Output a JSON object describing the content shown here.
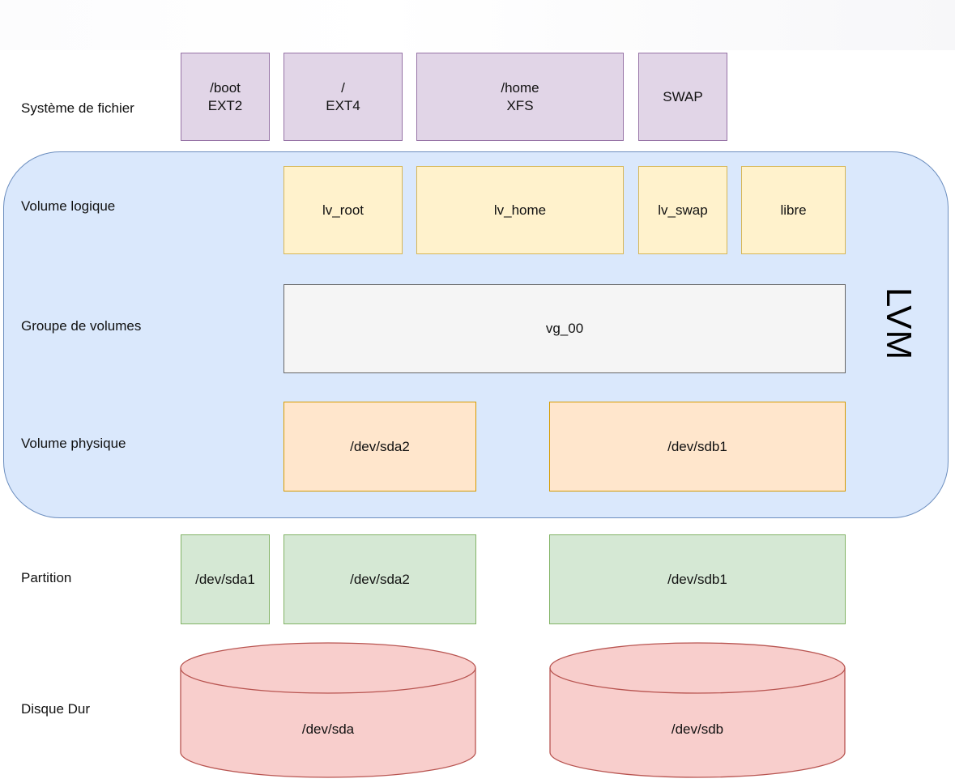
{
  "rows": {
    "filesystem": "Système de fichier",
    "logical_volume": "Volume logique",
    "volume_group": "Groupe de volumes",
    "physical_volume": "Volume physique",
    "partition": "Partition",
    "hard_disk": "Disque Dur"
  },
  "lvm_label": "LVM",
  "filesystems": [
    {
      "line1": "/boot",
      "line2": "EXT2"
    },
    {
      "line1": "/",
      "line2": "EXT4"
    },
    {
      "line1": "/home",
      "line2": "XFS"
    },
    {
      "line1": "SWAP",
      "line2": ""
    }
  ],
  "logical_volumes": [
    "lv_root",
    "lv_home",
    "lv_swap",
    "libre"
  ],
  "volume_group": "vg_00",
  "physical_volumes": [
    "/dev/sda2",
    "/dev/sdb1"
  ],
  "partitions": [
    "/dev/sda1",
    "/dev/sda2",
    "/dev/sdb1"
  ],
  "disks": [
    "/dev/sda",
    "/dev/sdb"
  ],
  "colors": {
    "lvm_fill": "#dae8fc",
    "lvm_stroke": "#6c8ebf",
    "filesystem_fill": "#e1d5e7",
    "filesystem_stroke": "#9673a6",
    "lv_fill": "#fff2cc",
    "lv_stroke": "#d6b656",
    "vg_fill": "#f5f5f5",
    "vg_stroke": "#666666",
    "pv_fill": "#ffe6cc",
    "pv_stroke": "#d79b00",
    "partition_fill": "#d5e8d4",
    "partition_stroke": "#82b366",
    "disk_fill": "#f8cecc",
    "disk_stroke": "#b85450"
  }
}
